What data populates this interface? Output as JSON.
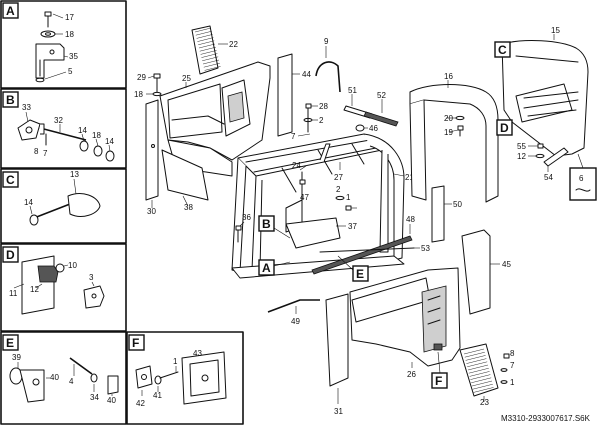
{
  "doc_code": "M3310-2933007617.S6K",
  "panels": [
    {
      "key": "A",
      "label": "A",
      "parts": [
        "17",
        "18",
        "35",
        "5"
      ]
    },
    {
      "key": "B",
      "label": "B",
      "parts": [
        "33",
        "32",
        "8",
        "7",
        "14",
        "18",
        "14"
      ]
    },
    {
      "key": "C",
      "label": "C",
      "parts": [
        "13",
        "14"
      ]
    },
    {
      "key": "D",
      "label": "D",
      "parts": [
        "10",
        "11",
        "12",
        "3"
      ]
    },
    {
      "key": "E",
      "label": "E",
      "parts": [
        "39",
        "40",
        "4",
        "34",
        "40"
      ]
    },
    {
      "key": "F",
      "label": "F",
      "parts": [
        "43",
        "42",
        "41",
        "1"
      ]
    }
  ],
  "callouts": [
    "B",
    "A",
    "E",
    "F",
    "C",
    "D",
    "6"
  ],
  "parts": {
    "p1": "1",
    "p2": "2",
    "p7": "7",
    "p8": "8",
    "p9": "9",
    "p15": "15",
    "p16": "16",
    "p18": "18",
    "p19": "19",
    "p20": "20",
    "p21": "21",
    "p22": "22",
    "p23": "23",
    "p24": "24",
    "p25": "25",
    "p26": "26",
    "p27": "27",
    "p28": "28",
    "p29": "29",
    "p30": "30",
    "p31": "31",
    "p36": "36",
    "p37": "37",
    "p38": "38",
    "p44": "44",
    "p45": "45",
    "p46": "46",
    "p47": "47",
    "p48": "48",
    "p49": "49",
    "p50": "50",
    "p51": "51",
    "p52": "52",
    "p53": "53",
    "p54": "54",
    "p55": "55",
    "p12": "12",
    "p2b": "2",
    "p1b": "1",
    "p2c": "2"
  }
}
